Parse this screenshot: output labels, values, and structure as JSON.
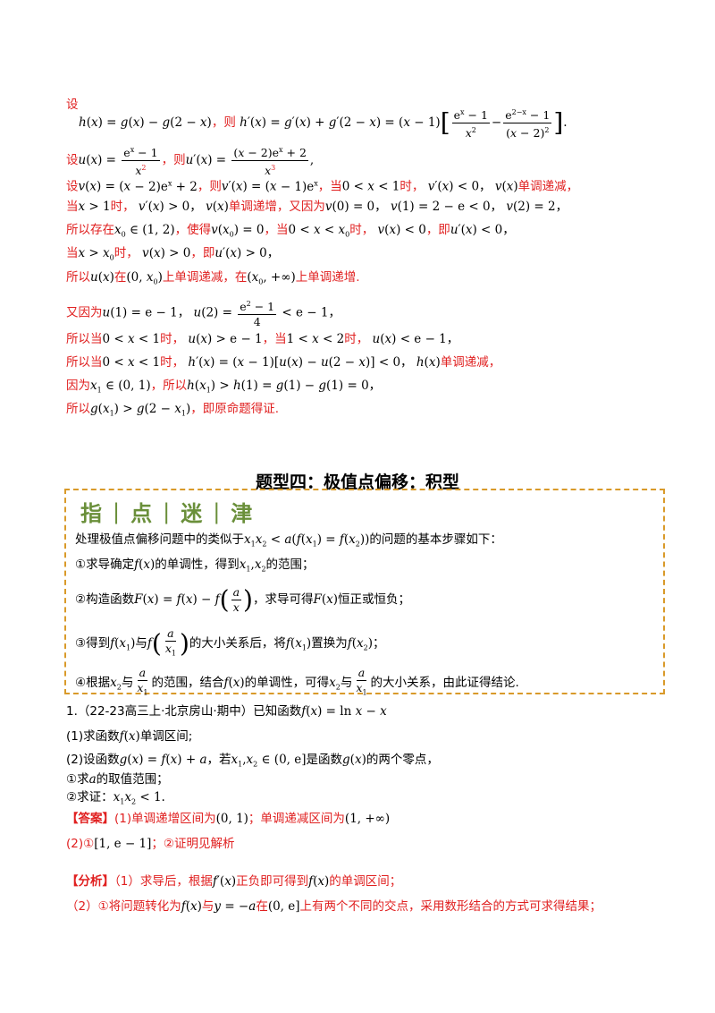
{
  "lines": {
    "l1": "设",
    "l1b": "，则",
    "l2a": "设",
    "l2b": "，则",
    "l3a": "设",
    "l3b": "，则",
    "l3c": "，当",
    "l3d": "时，",
    "l3e": "单调递减，",
    "l4a": "当",
    "l4b": "时，",
    "l4c": "单调递增，又因为",
    "l5a": "所以存在",
    "l5b": "，使得",
    "l5c": "，当",
    "l5d": "时，",
    "l5e": "，即",
    "l6a": "当",
    "l6b": "时，",
    "l6c": "，即",
    "l7a": "所以",
    "l7b": "在",
    "l7c": "上单调递减，在",
    "l7d": "上单调递增.",
    "l8a": "又因为",
    "l9a": "所以当",
    "l9b": "时，",
    "l9c": "，当",
    "l9d": "时，",
    "l10a": "所以当",
    "l10b": "时，",
    "l10c": "单调递减，",
    "l11a": "因为",
    "l11b": "，所以",
    "l12a": "所以",
    "l12b": "，即原命题得证."
  },
  "section_title": "题型四：极值点偏移：积型",
  "guide": {
    "c1": "指",
    "c2": "点",
    "c3": "迷",
    "c4": "津"
  },
  "box": {
    "intro_a": "处理极值点偏移问题中的类似于",
    "intro_b": "的问题的基本步骤如下：",
    "s1a": "①求导确定",
    "s1b": "的单调性，得到",
    "s1c": "的范围；",
    "s2a": "②构造函数",
    "s2b": "，求导可得",
    "s2c": "恒正或恒负；",
    "s3a": "③得到",
    "s3b": "与",
    "s3c": "的大小关系后，将",
    "s3d": "置换为",
    "s4a": "④根据",
    "s4b": "与",
    "s4c": "的范围，结合",
    "s4d": "的单调性，可得",
    "s4e": "与",
    "s4f": "的大小关系，由此证得结论."
  },
  "problem": {
    "head": "1.（22-23高三上·北京房山·期中）已知函数",
    "p1a": "(1)求函数",
    "p1b": "单调区间;",
    "p2a": "(2)设函数",
    "p2b": "，若",
    "p2c": "是函数",
    "p2d": "的两个零点，",
    "p3a": "①求",
    "p3b": "的取值范围；",
    "p4a": "②求证：",
    "ans_tag": "【答案】",
    "ans1": "(1)单调递增区间为",
    "ans1b": "；单调递减区间为",
    "ans2": "(2)①",
    "ans2b": "；②证明见解析",
    "ana_tag": "【分析】",
    "ana1": "（1）求导后，根据",
    "ana1b": "正负即可得到",
    "ana1c": "的单调区间；",
    "ana2": "（2）①将问题转化为",
    "ana2b": "与",
    "ana2c": "在",
    "ana2d": "上有两个不同的交点，采用数形结合的方式可求得结果；"
  }
}
